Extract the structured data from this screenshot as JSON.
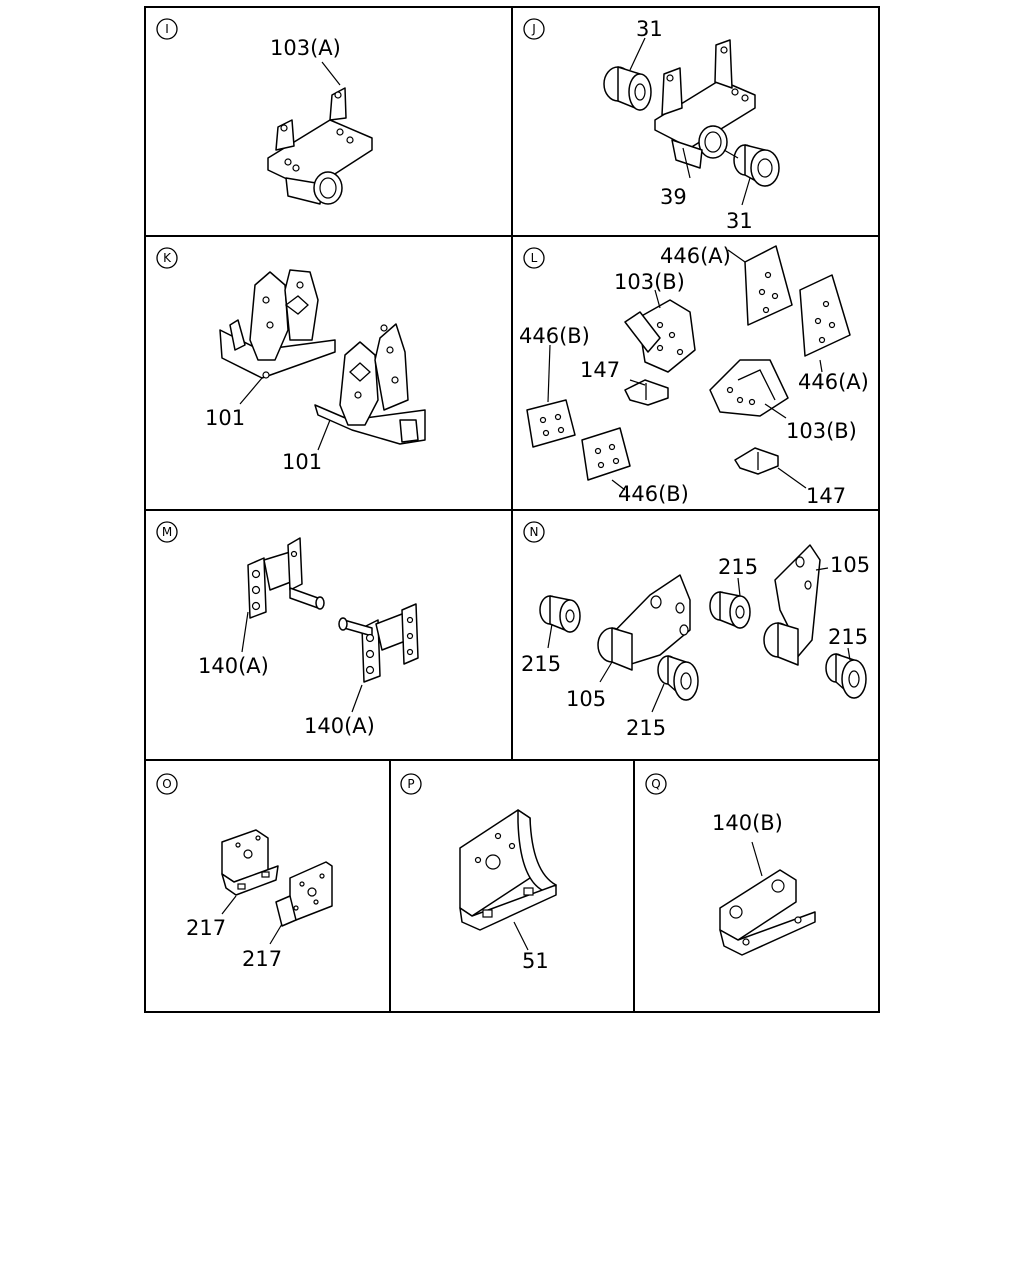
{
  "panels": {
    "I": {
      "badge": "I",
      "labels": [
        "103(A)"
      ]
    },
    "J": {
      "badge": "J",
      "labels": [
        "31",
        "39",
        "31"
      ]
    },
    "K": {
      "badge": "K",
      "labels": [
        "101",
        "101"
      ]
    },
    "L": {
      "badge": "L",
      "labels": [
        "446(A)",
        "103(B)",
        "446(B)",
        "147",
        "446(A)",
        "103(B)",
        "446(B)",
        "147"
      ]
    },
    "M": {
      "badge": "M",
      "labels": [
        "140(A)",
        "140(A)"
      ]
    },
    "N": {
      "badge": "N",
      "labels": [
        "215",
        "105",
        "215",
        "105",
        "215",
        "215"
      ]
    },
    "O": {
      "badge": "O",
      "labels": [
        "217",
        "217"
      ]
    },
    "P": {
      "badge": "P",
      "labels": [
        "51"
      ]
    },
    "Q": {
      "badge": "Q",
      "labels": [
        "140(B)"
      ]
    }
  }
}
